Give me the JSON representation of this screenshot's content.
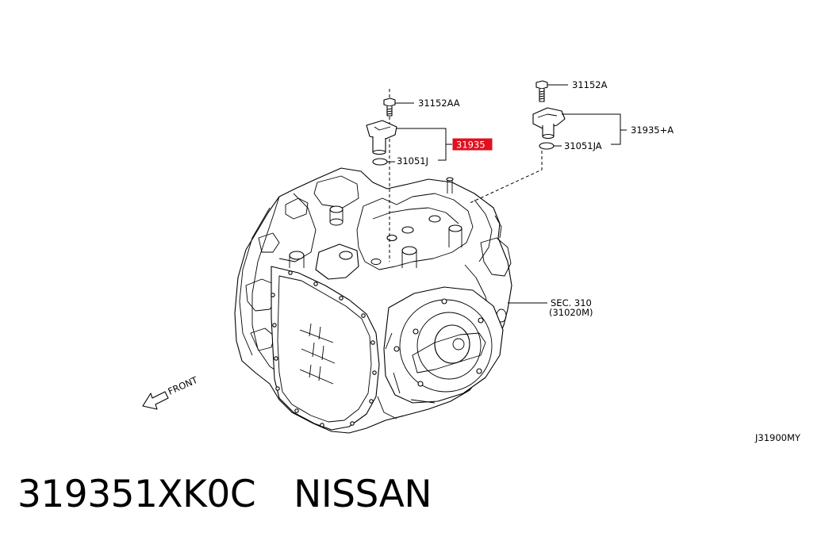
{
  "diagram": {
    "part_labels": {
      "bolt_left": "31152AA",
      "bolt_right": "31152A",
      "sensor_left_highlight": "31935",
      "sensor_right": "31935+A",
      "oring_left": "31051J",
      "oring_right": "31051JA",
      "section_ref_line1": "SEC. 310",
      "section_ref_line2": "(31020M)"
    },
    "front_label": "FRONT",
    "drawing_code": "J31900MY",
    "highlight_color": "#e01020"
  },
  "caption": {
    "part_number": "319351XK0C",
    "brand": "NISSAN"
  }
}
